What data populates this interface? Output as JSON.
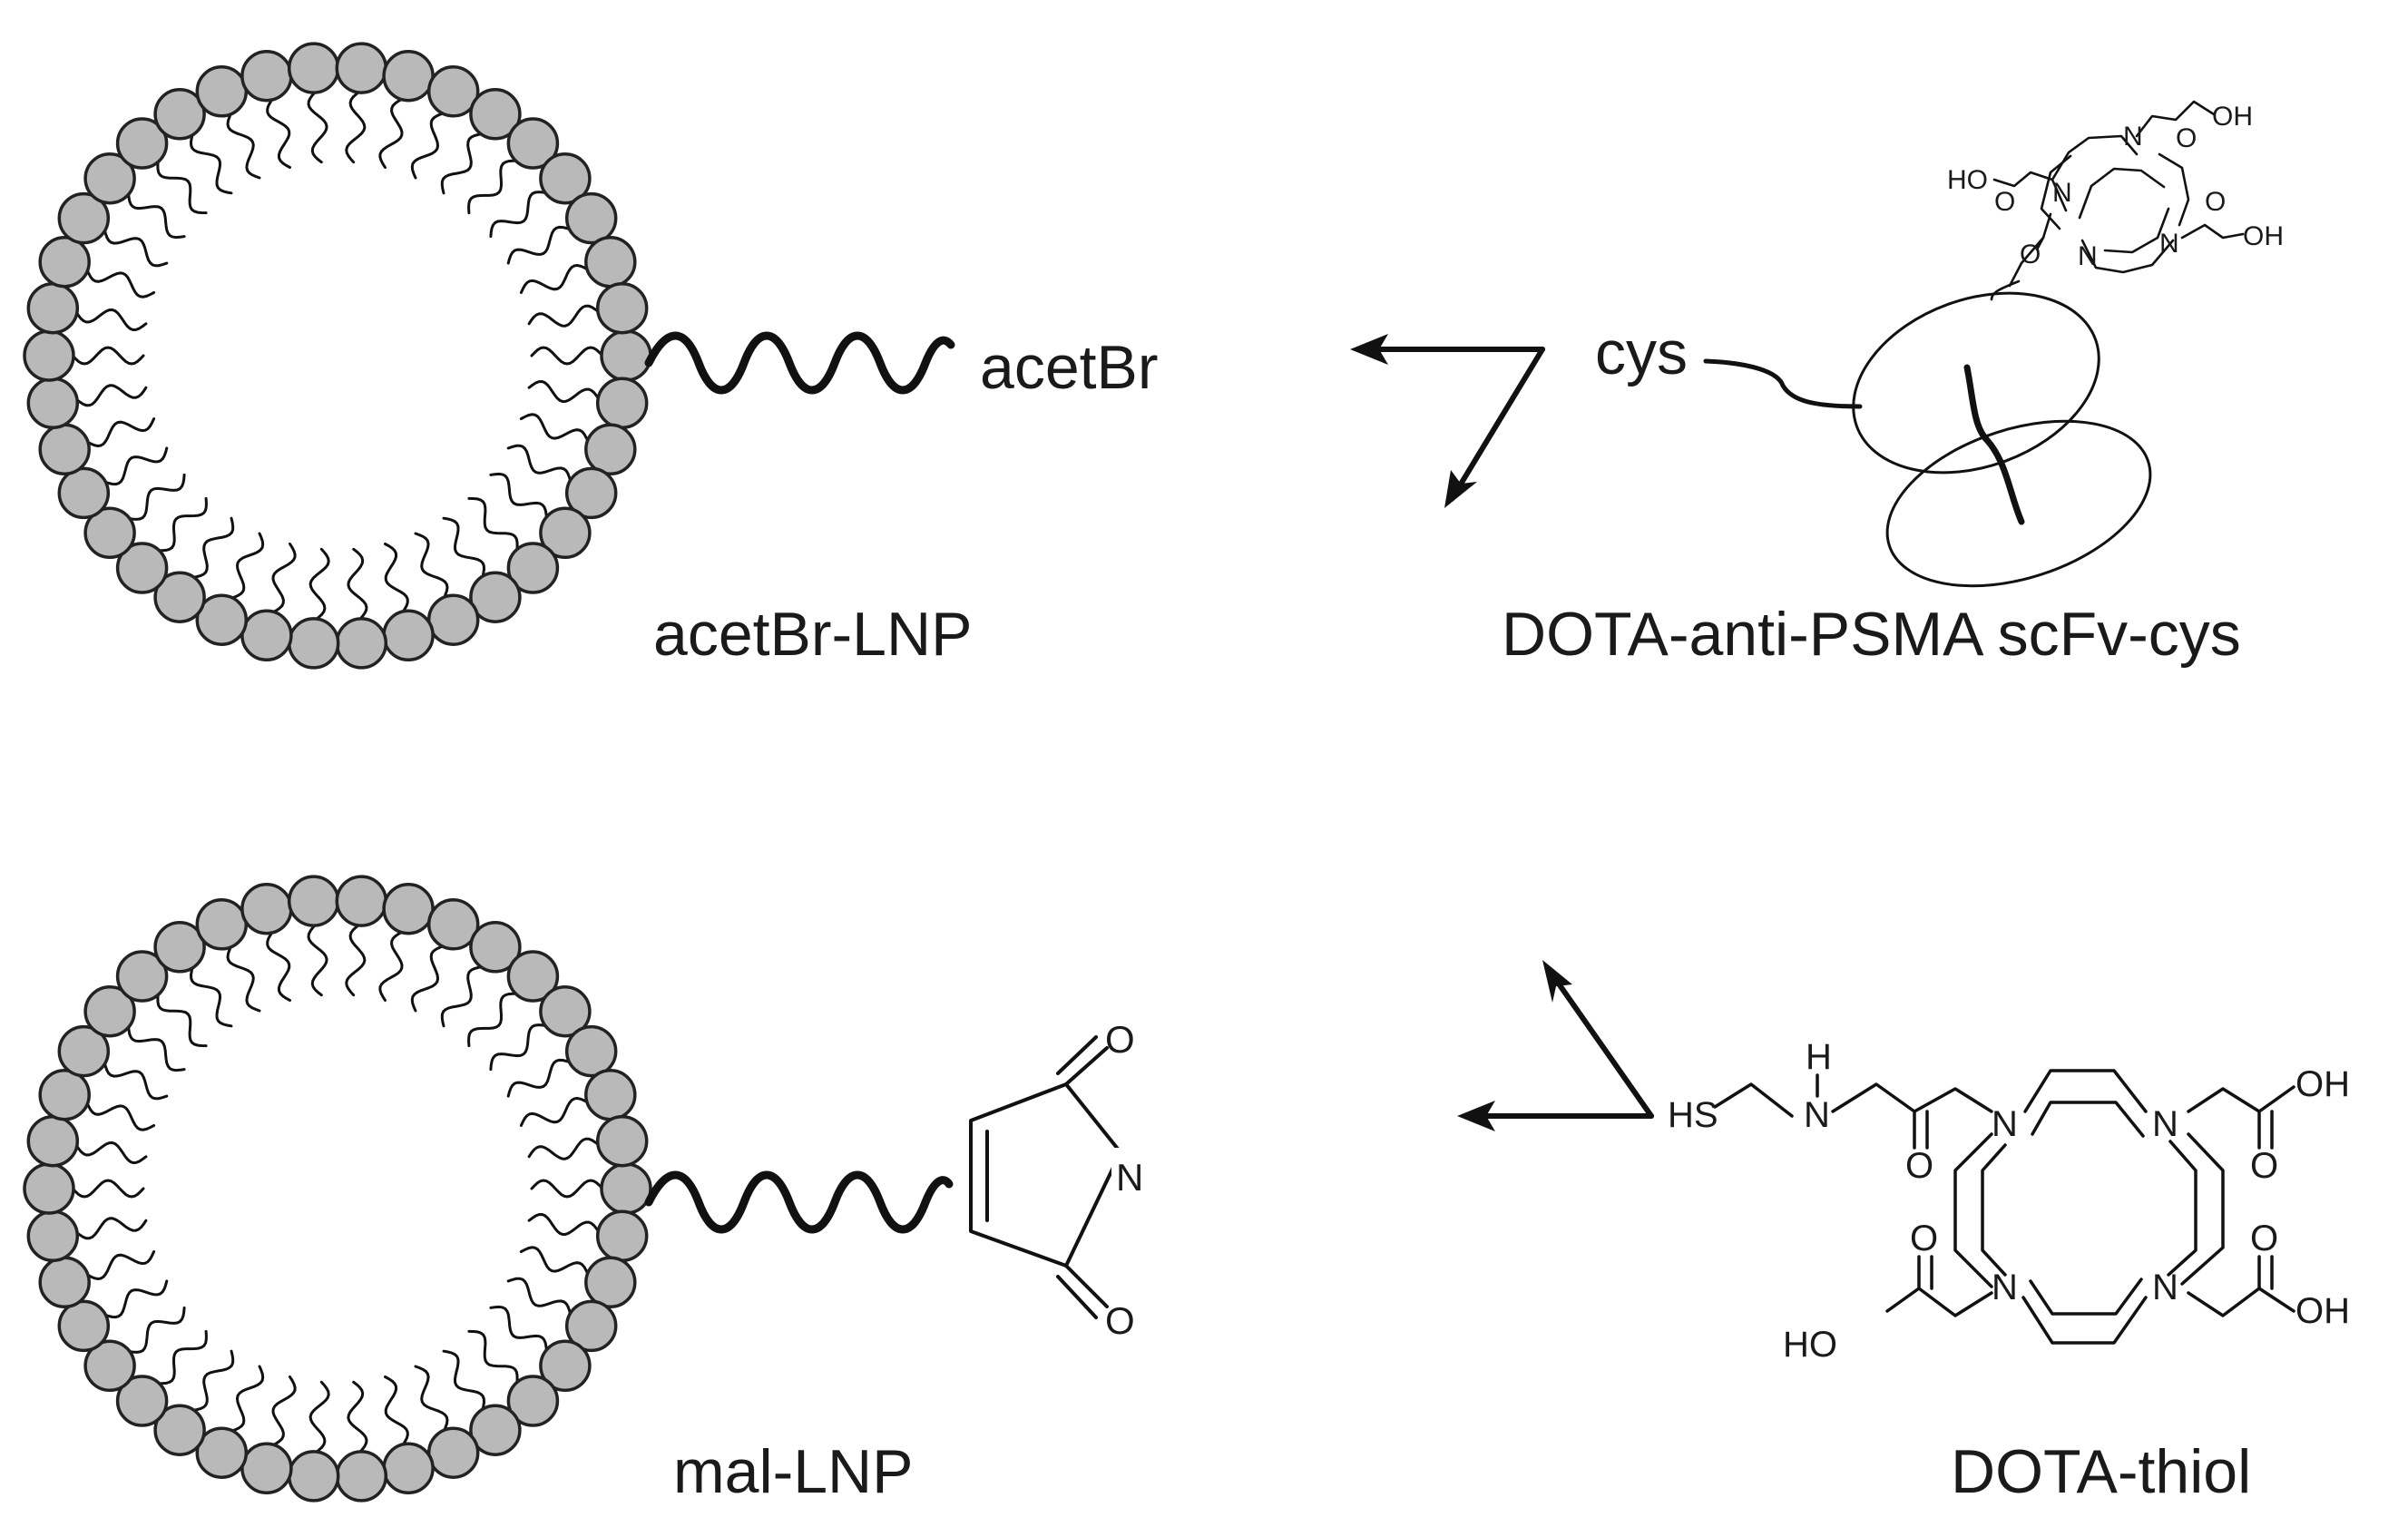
{
  "top": {
    "nanoparticle_label": "acetBr-LNP",
    "linker_group": "acetBr",
    "antibody_label": "DOTA-anti-PSMA scFv-cys",
    "cys_label": "cys",
    "dota_atoms": {
      "n": "N",
      "o": "O",
      "oh": "OH",
      "ho": "HO"
    }
  },
  "bottom": {
    "nanoparticle_label": "mal-LNP",
    "maleimide_atoms": {
      "o": "O",
      "n": "N"
    },
    "chelator_label": "DOTA-thiol",
    "dota_atoms": {
      "n": "N",
      "o": "O",
      "oh": "OH",
      "ho": "HO",
      "hs": "HS",
      "h": "H"
    }
  }
}
